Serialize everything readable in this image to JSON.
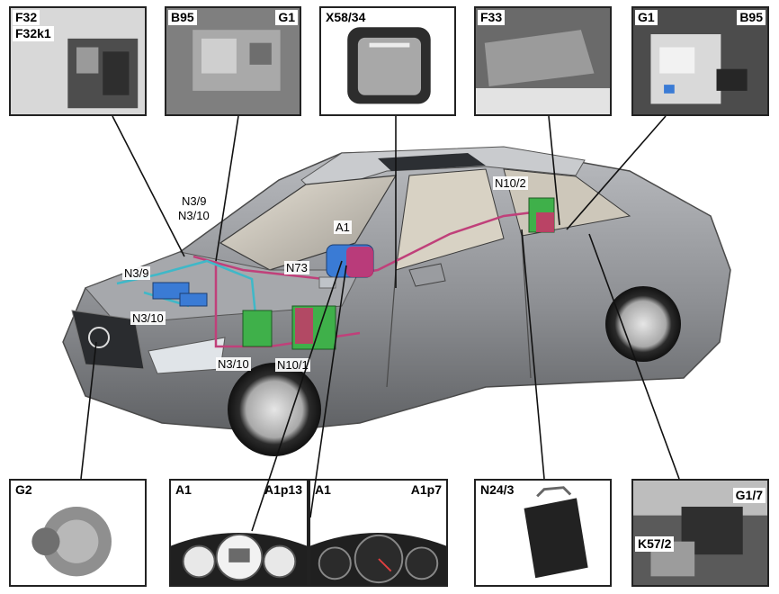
{
  "panels": {
    "f32": {
      "labels": [
        "F32",
        "F32k1"
      ]
    },
    "b95_g1_top": {
      "labels": [
        "B95",
        "G1"
      ]
    },
    "x58": {
      "labels": [
        "X58/34"
      ]
    },
    "f33": {
      "labels": [
        "F33"
      ]
    },
    "g1_b95_right": {
      "labels": [
        "G1",
        "B95"
      ]
    },
    "g2": {
      "labels": [
        "G2"
      ]
    },
    "a1_left": {
      "labels": [
        "A1",
        "A1p13"
      ]
    },
    "a1_right": {
      "labels": [
        "A1",
        "A1p7"
      ]
    },
    "n24": {
      "labels": [
        "N24/3"
      ]
    },
    "g17": {
      "labels": [
        "G1/7",
        "K57/2"
      ]
    }
  },
  "callouts": {
    "n3_9_top": "N3/9",
    "n3_10_top": "N3/10",
    "n3_9_left": "N3/9",
    "n3_10_left": "N3/10",
    "n3_10_bottom": "N3/10",
    "a1": "A1",
    "n73": "N73",
    "n10_1": "N10/1",
    "n10_2": "N10/2"
  },
  "colors": {
    "car_body": "#8a8c90",
    "harness_pink": "#c0407a",
    "harness_cyan": "#3fb8c8",
    "module_blue": "#3a7bd5",
    "module_green": "#3fb04a",
    "module_pink": "#d0306a",
    "leader": "#111111"
  }
}
